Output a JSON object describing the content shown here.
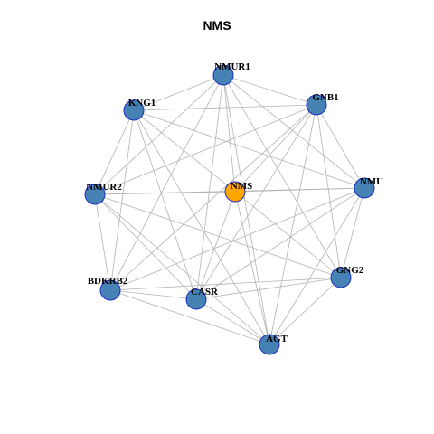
{
  "title": "NMS",
  "colors": {
    "center_node": "#FFA500",
    "node": "#4682B4",
    "node_border": "#1C2FC4",
    "edge": "#B3B3B3"
  },
  "graph": {
    "center": "NMS",
    "nodes": [
      {
        "id": "NMUR1",
        "label": "NMUR1"
      },
      {
        "id": "GNB1",
        "label": "GNB1"
      },
      {
        "id": "NMU",
        "label": "NMU"
      },
      {
        "id": "GNG2",
        "label": "GNG2"
      },
      {
        "id": "AGT",
        "label": "AGT"
      },
      {
        "id": "CASR",
        "label": "CASR"
      },
      {
        "id": "BDKRB2",
        "label": "BDKRB2"
      },
      {
        "id": "NMUR2",
        "label": "NMUR2"
      },
      {
        "id": "KNG1",
        "label": "KNG1"
      },
      {
        "id": "NMS",
        "label": "NMS"
      }
    ],
    "edges": [
      [
        "NMUR1",
        "KNG1"
      ],
      [
        "NMUR1",
        "GNB1"
      ],
      [
        "NMUR1",
        "NMUR2"
      ],
      [
        "NMUR1",
        "NMS"
      ],
      [
        "NMUR1",
        "NMU"
      ],
      [
        "NMUR1",
        "GNG2"
      ],
      [
        "NMUR1",
        "AGT"
      ],
      [
        "NMUR1",
        "CASR"
      ],
      [
        "NMUR1",
        "BDKRB2"
      ],
      [
        "KNG1",
        "GNB1"
      ],
      [
        "KNG1",
        "NMUR2"
      ],
      [
        "KNG1",
        "NMS"
      ],
      [
        "KNG1",
        "NMU"
      ],
      [
        "KNG1",
        "BDKRB2"
      ],
      [
        "KNG1",
        "CASR"
      ],
      [
        "KNG1",
        "AGT"
      ],
      [
        "GNB1",
        "NMUR2"
      ],
      [
        "GNB1",
        "NMS"
      ],
      [
        "GNB1",
        "NMU"
      ],
      [
        "GNB1",
        "GNG2"
      ],
      [
        "GNB1",
        "CASR"
      ],
      [
        "GNB1",
        "AGT"
      ],
      [
        "GNB1",
        "BDKRB2"
      ],
      [
        "NMUR2",
        "NMS"
      ],
      [
        "NMUR2",
        "NMU"
      ],
      [
        "NMUR2",
        "BDKRB2"
      ],
      [
        "NMUR2",
        "CASR"
      ],
      [
        "NMUR2",
        "AGT"
      ],
      [
        "NMUR2",
        "GNG2"
      ],
      [
        "NMS",
        "NMU"
      ],
      [
        "NMS",
        "GNG2"
      ],
      [
        "NMS",
        "AGT"
      ],
      [
        "NMS",
        "CASR"
      ],
      [
        "NMU",
        "GNG2"
      ],
      [
        "NMU",
        "AGT"
      ],
      [
        "NMU",
        "CASR"
      ],
      [
        "NMU",
        "BDKRB2"
      ],
      [
        "GNG2",
        "AGT"
      ],
      [
        "GNG2",
        "CASR"
      ],
      [
        "GNG2",
        "BDKRB2"
      ],
      [
        "BDKRB2",
        "CASR"
      ],
      [
        "BDKRB2",
        "AGT"
      ],
      [
        "CASR",
        "AGT"
      ]
    ]
  }
}
